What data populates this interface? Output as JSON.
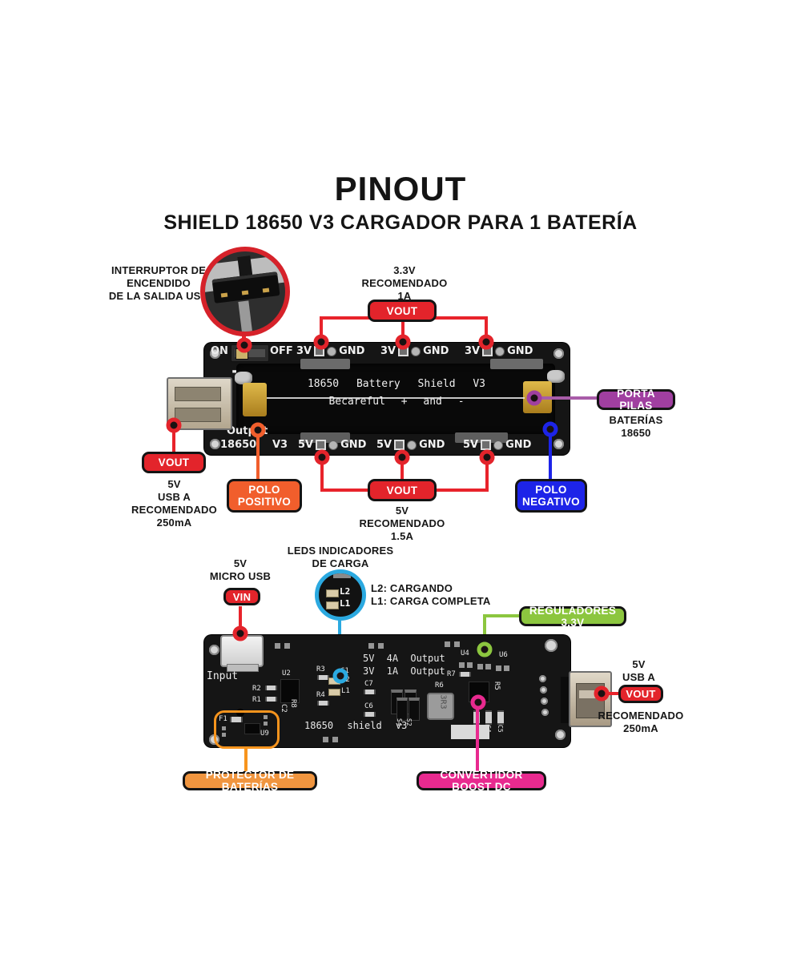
{
  "header": {
    "title": "PINOUT",
    "subtitle": "SHIELD 18650 V3 CARGADOR PARA 1 BATERÍA"
  },
  "colors": {
    "red": "#E3242B",
    "orange": "#F15E2C",
    "blue": "#1D24E8",
    "purple": "#A03FA0",
    "green": "#8CC63F",
    "cyan": "#2BA9E0",
    "pink": "#E82A8F",
    "protector_orange": "#F0953F"
  },
  "annotations": {
    "interruptor_lines": [
      "INTERRUPTOR DE",
      "ENCENDIDO",
      "DE LA SALIDA USB"
    ],
    "vout33": {
      "title_lines": [
        "3.3V",
        "RECOMENDADO",
        "1A"
      ],
      "badge": "VOUT"
    },
    "usb_top": {
      "badge": "VOUT",
      "lines": [
        "5V",
        "USB A",
        "RECOMENDADO",
        "250mA"
      ]
    },
    "polo_positivo_lines": [
      "POLO",
      "POSITIVO"
    ],
    "vout5": {
      "badge": "VOUT",
      "lines": [
        "5V",
        "RECOMENDADO",
        "1.5A"
      ]
    },
    "polo_negativo_lines": [
      "POLO",
      "NEGATIVO"
    ],
    "porta_pilas": {
      "badge": "PORTA PILAS",
      "lines": [
        "BATERÍAS",
        "18650"
      ]
    },
    "micro_usb": {
      "lines": [
        "5V",
        "MICRO USB"
      ],
      "badge": "VIN"
    },
    "leds": {
      "title_lines": [
        "LEDS INDICADORES",
        "DE CARGA"
      ],
      "items": [
        "L2: CARGANDO",
        "L1: CARGA COMPLETA"
      ]
    },
    "reguladores_badge": "REGULADORES 3.3V",
    "usb_bottom": {
      "top_lines": [
        "5V",
        "USB A"
      ],
      "badge": "VOUT",
      "bottom_lines": [
        "RECOMENDADO",
        "250mA"
      ]
    },
    "protector_badge": "PROTECTOR DE BATERÍAS",
    "convertidor_badge": "CONVERTIDOR BOOST DC"
  },
  "top_board": {
    "on": "ON",
    "off": "OFF",
    "pin33": "3V",
    "pin5": "5V",
    "gnd": "GND",
    "plus": "+",
    "bay_line1": "18650 Battery Shield V3",
    "bay_line2": "Becareful + and -",
    "output": "Output",
    "model": "18650",
    "version": "V3"
  },
  "bottom_board": {
    "input": "Input",
    "out5": "5V 4A Output",
    "out3": "3V 1A Output",
    "silk": "18650 shield v3",
    "refs": {
      "u2": "U2",
      "r1": "R1",
      "r2": "R2",
      "r3": "R3",
      "r4": "R4",
      "c1": "C1",
      "l2": "L2",
      "l1": "L1",
      "c2": "C2",
      "c6": "C6",
      "c7": "C7",
      "r8": "R8",
      "r7": "R7",
      "r6": "R6",
      "r5": "R5",
      "u4": "U4",
      "u6": "U6",
      "s4": "S4",
      "s2": "S2",
      "c3": "C3",
      "c4": "C4",
      "c5": "C5",
      "f1": "F1",
      "u9": "U9",
      "inductor": "3R3"
    }
  }
}
